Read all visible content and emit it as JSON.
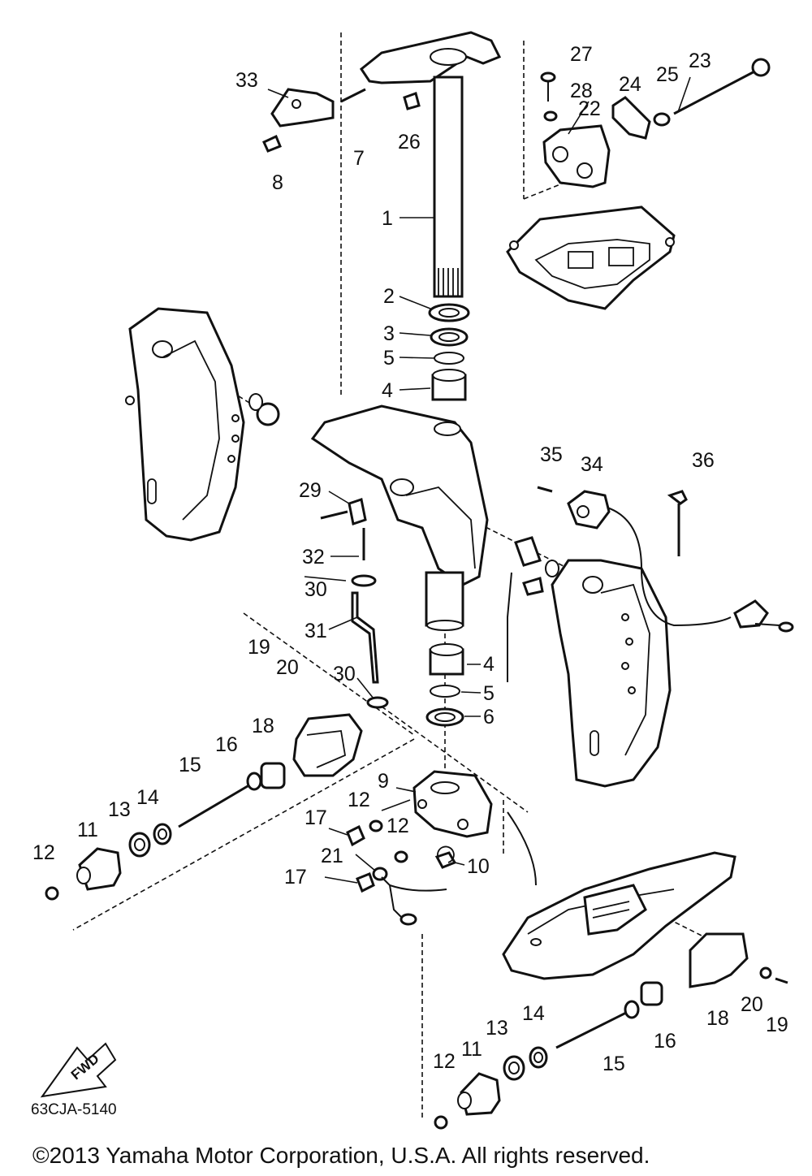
{
  "diagram": {
    "drawing_code": "63CJA-5140",
    "copyright": "©2013 Yamaha Motor Corporation, U.S.A. All rights reserved.",
    "forward_arrow_label": "FWD",
    "callouts": {
      "c1": "1",
      "c2": "2",
      "c3": "3",
      "c4a": "4",
      "c4b": "4",
      "c5a": "5",
      "c5b": "5",
      "c6": "6",
      "c7": "7",
      "c8": "8",
      "c9": "9",
      "c10": "10",
      "c11a": "11",
      "c11b": "11",
      "c12a": "12",
      "c12b": "12",
      "c12c": "12",
      "c12d": "12",
      "c13a": "13",
      "c13b": "13",
      "c14a": "14",
      "c14b": "14",
      "c15a": "15",
      "c15b": "15",
      "c16a": "16",
      "c16b": "16",
      "c17a": "17",
      "c17b": "17",
      "c18a": "18",
      "c18b": "18",
      "c19a": "19",
      "c19b": "19",
      "c20a": "20",
      "c20b": "20",
      "c21": "21",
      "c22": "22",
      "c23": "23",
      "c24": "24",
      "c25": "25",
      "c26": "26",
      "c27": "27",
      "c28": "28",
      "c29": "29",
      "c30a": "30",
      "c30b": "30",
      "c31": "31",
      "c32": "32",
      "c33": "33",
      "c34": "34",
      "c35": "35",
      "c36": "36"
    }
  }
}
